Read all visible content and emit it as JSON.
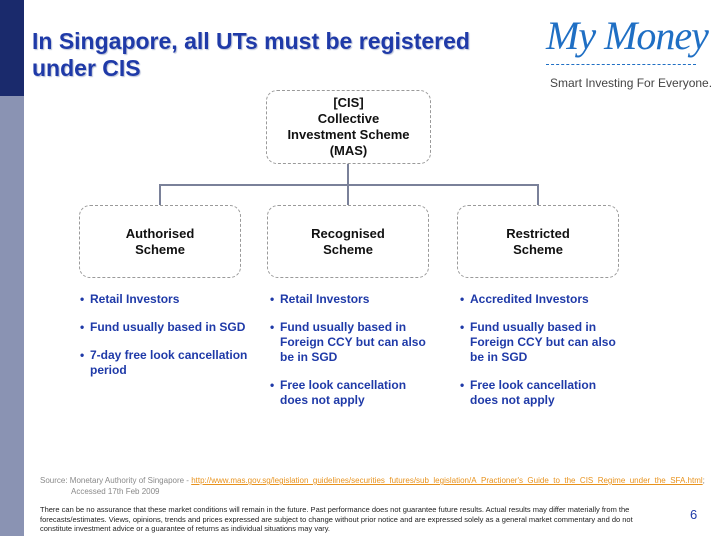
{
  "title": "In Singapore, all UTs must be registered under CIS",
  "logo": {
    "wordmark": "My Money",
    "tagline": "Smart Investing For Everyone."
  },
  "root": {
    "lines": [
      "[CIS]",
      "Collective",
      "Investment Scheme",
      "(MAS)"
    ]
  },
  "schemes": [
    {
      "lines": [
        "Authorised",
        "Scheme"
      ],
      "bullets": [
        "Retail Investors",
        "Fund usually based in SGD",
        "7-day free look cancellation period"
      ]
    },
    {
      "lines": [
        "Recognised",
        "Scheme"
      ],
      "bullets": [
        "Retail Investors",
        "Fund usually based in Foreign CCY but can also be in SGD",
        "Free look cancellation does not apply"
      ]
    },
    {
      "lines": [
        "Restricted",
        "Scheme"
      ],
      "bullets": [
        "Accredited Investors",
        "Fund usually based in Foreign CCY but can also be in SGD",
        "Free look cancellation does not apply"
      ]
    }
  ],
  "source": {
    "prefix": "Source: Monetary Authority of Singapore - ",
    "url": "http://www.mas.gov.sg/legislation_guidelines/securities_futures/sub_legislation/A_Practioner's_Guide_to_the_CIS_Regime_under_the_SFA.html",
    "suffix": ";",
    "accessed": "Accessed 17th Feb 2009"
  },
  "disclaimer": "There can be no assurance that these market conditions will remain in the future.  Past performance does not guarantee future results.  Actual results may differ materially from the forecasts/estimates. Views, opinions, trends and prices expressed are subject to change without prior notice and are expressed solely as a general market commentary and do not constitute investment advice or a guarantee of returns as individual situations may vary.",
  "page_number": "6",
  "colors": {
    "title": "#1f3aa8",
    "sidebar_dark": "#1a2a6c",
    "sidebar_light": "#8a93b3",
    "logo": "#1f6fc4",
    "link": "#e8921c"
  }
}
